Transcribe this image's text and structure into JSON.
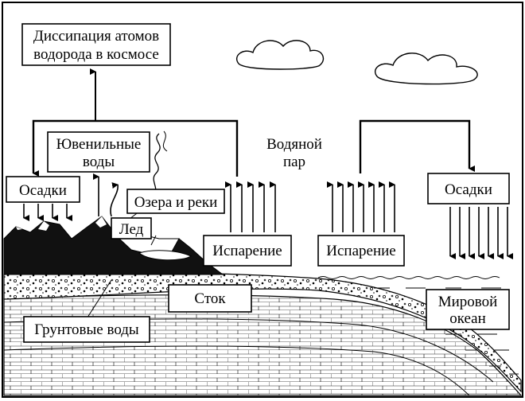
{
  "labels": {
    "dissipation_line1": "Диссипация атомов",
    "dissipation_line2": "водорода в космосе",
    "juvenile_line1": "Ювенильные",
    "juvenile_line2": "воды",
    "vapor_line1": "Водяной",
    "vapor_line2": "пар",
    "precip_left": "Осадки",
    "precip_right": "Осадки",
    "lakes_rivers": "Озера и реки",
    "ice": "Лед",
    "evap_left": "Испарение",
    "evap_right": "Испарение",
    "runoff": "Сток",
    "ocean_line1": "Мировой",
    "ocean_line2": "океан",
    "groundwater": "Грунтовые воды"
  }
}
